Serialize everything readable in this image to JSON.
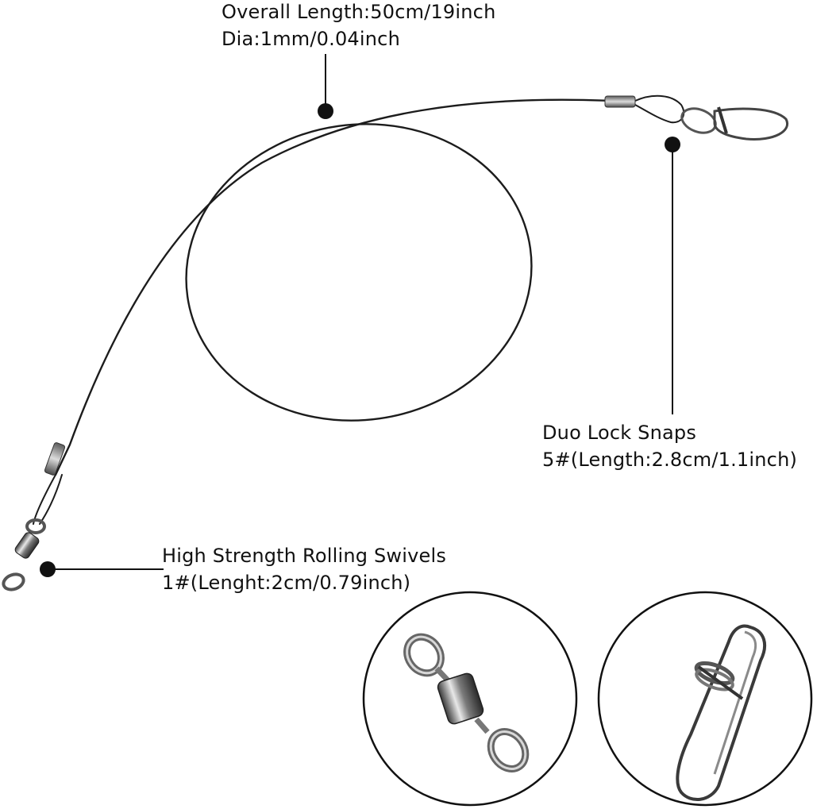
{
  "annotations": {
    "overall_length": {
      "line1": "Overall Length:50cm/19inch",
      "line2": "Dia:1mm/0.04inch"
    },
    "duo_lock_snaps": {
      "line1": "Duo Lock Snaps",
      "line2": "5#(Length:2.8cm/1.1inch)"
    },
    "rolling_swivels": {
      "line1": "High Strength Rolling Swivels",
      "line2": "1#(Lenght:2cm/0.79inch)"
    }
  },
  "colors": {
    "background": "#ffffff",
    "wire": "#1c1c1c",
    "metal": "#9a9a9a",
    "text": "#111111"
  },
  "icons": [
    "wire-leader-image",
    "rolling-swivel-icon",
    "duo-lock-snap-icon"
  ]
}
